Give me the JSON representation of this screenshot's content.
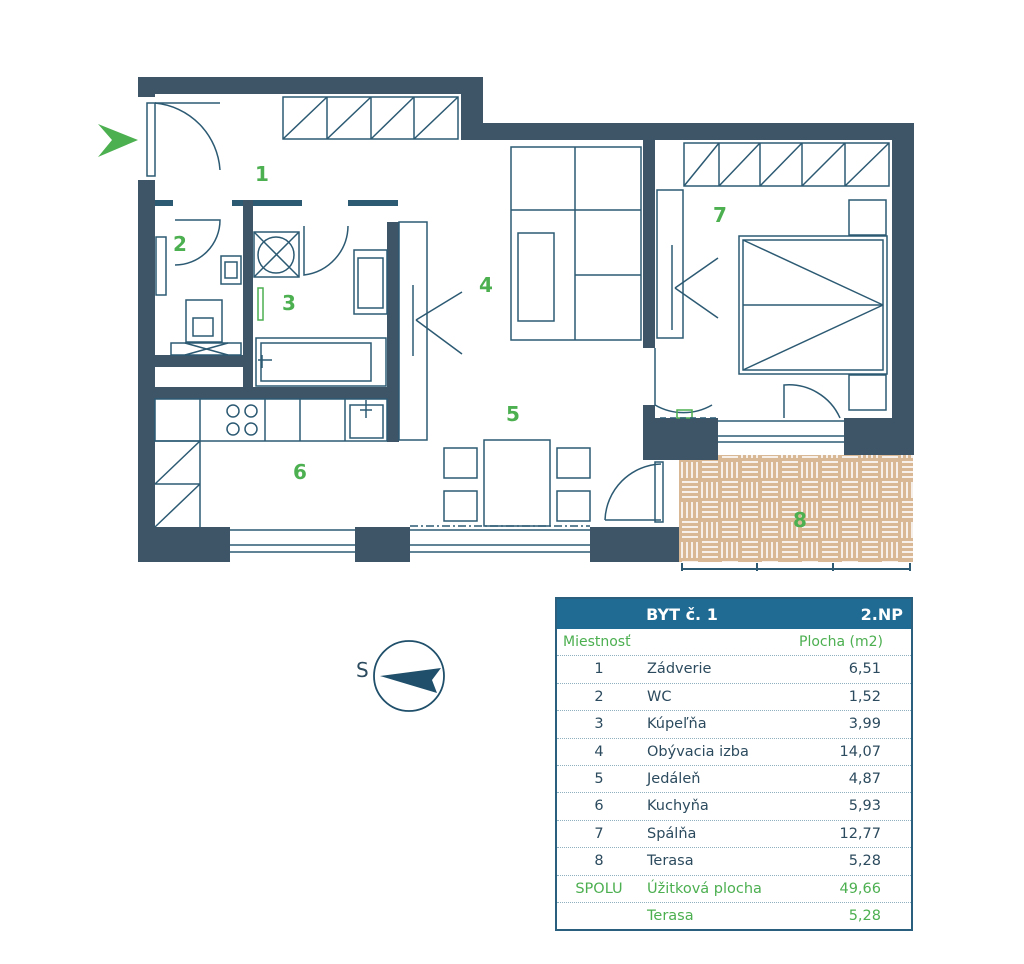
{
  "rooms_on_plan": [
    "1",
    "2",
    "3",
    "4",
    "5",
    "6",
    "7",
    "8"
  ],
  "compass": {
    "label": "S"
  },
  "table": {
    "title": "BYT č. 1",
    "floor": "2.NP",
    "col_room": "Miestnosť",
    "col_area": "Plocha (m2)",
    "rows": [
      {
        "num": "1",
        "name": "Zádverie",
        "area": "6,51"
      },
      {
        "num": "2",
        "name": "WC",
        "area": "1,52"
      },
      {
        "num": "3",
        "name": "Kúpeľňa",
        "area": "3,99"
      },
      {
        "num": "4",
        "name": "Obývacia izba",
        "area": "14,07"
      },
      {
        "num": "5",
        "name": "Jedáleň",
        "area": "4,87"
      },
      {
        "num": "6",
        "name": "Kuchyňa",
        "area": "5,93"
      },
      {
        "num": "7",
        "name": "Spálňa",
        "area": "12,77"
      },
      {
        "num": "8",
        "name": "Terasa",
        "area": "5,28"
      }
    ],
    "total": {
      "label": "SPOLU",
      "name": "Úžitková plocha",
      "area": "49,66"
    },
    "terrace": {
      "label": "",
      "name": "Terasa",
      "area": "5,28"
    }
  },
  "colors": {
    "wall": "#3d5566",
    "line": "#2c5a73",
    "accent": "#4caf50",
    "header": "#1f6b93",
    "terrace": "#d9b896"
  }
}
